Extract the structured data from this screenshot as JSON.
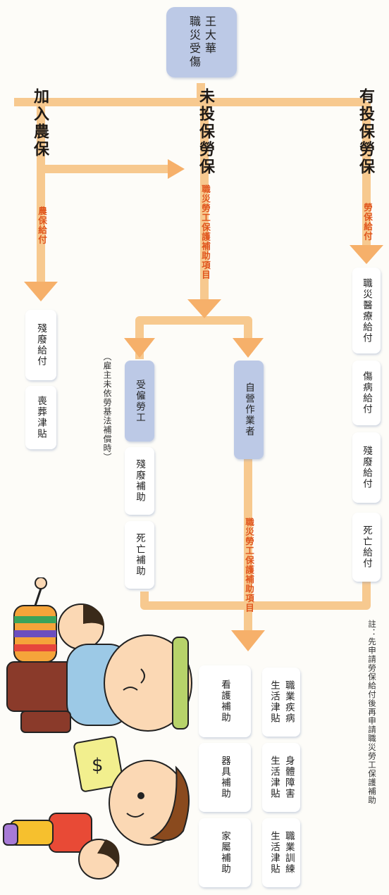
{
  "colors": {
    "line": "#f7c98f",
    "label_orange": "#e0561e",
    "box_blue": "#bcc9e6",
    "box_white": "#ffffff"
  },
  "root": {
    "line1": "王大華",
    "line2": "職災受傷"
  },
  "branches": {
    "labor_insured": "有投保勞保",
    "not_insured": "未投保勞保",
    "farmer_insured": "加入農保"
  },
  "edge_labels": {
    "labor_benefit": "勞保給付",
    "farmer_benefit": "農保給付",
    "protection_items": "職災勞工保護補助項目",
    "protection_items_2": "職災勞工保護補助項目"
  },
  "labor_items": [
    "職災醫療給付",
    "傷病給付",
    "殘廢給付",
    "死亡給付"
  ],
  "farmer_items": [
    "殘廢給付",
    "喪葬津貼"
  ],
  "self_employed": "自營作業者",
  "employee_branch": {
    "title": "受僱勞工",
    "items": [
      "殘廢補助",
      "死亡補助"
    ],
    "note": "（雇主未依勞基法補償時）"
  },
  "note_top": "註：先申請勞保給付後再申請職災勞工保護補助",
  "final_items": [
    [
      "職業疾病",
      "生活津貼"
    ],
    [
      "身體障害",
      "生活津貼"
    ],
    [
      "職業訓練",
      "生活津貼"
    ],
    [
      "看護補助"
    ],
    [
      "器具補助"
    ],
    [
      "家屬補助"
    ]
  ]
}
